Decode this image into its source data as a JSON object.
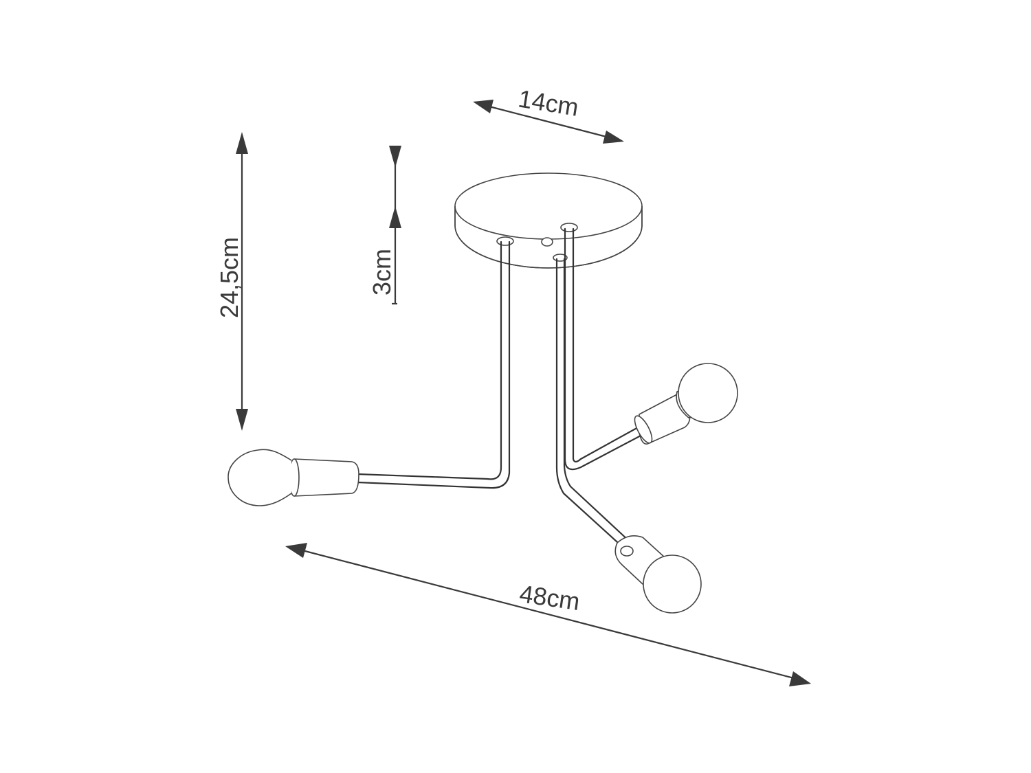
{
  "dimensions": {
    "total_height": "24,5cm",
    "canopy_height": "3cm",
    "canopy_diameter": "14cm",
    "total_width": "48cm"
  },
  "colors": {
    "line": "#333333",
    "dimension": "#3a3a3a",
    "background": "#ffffff"
  }
}
